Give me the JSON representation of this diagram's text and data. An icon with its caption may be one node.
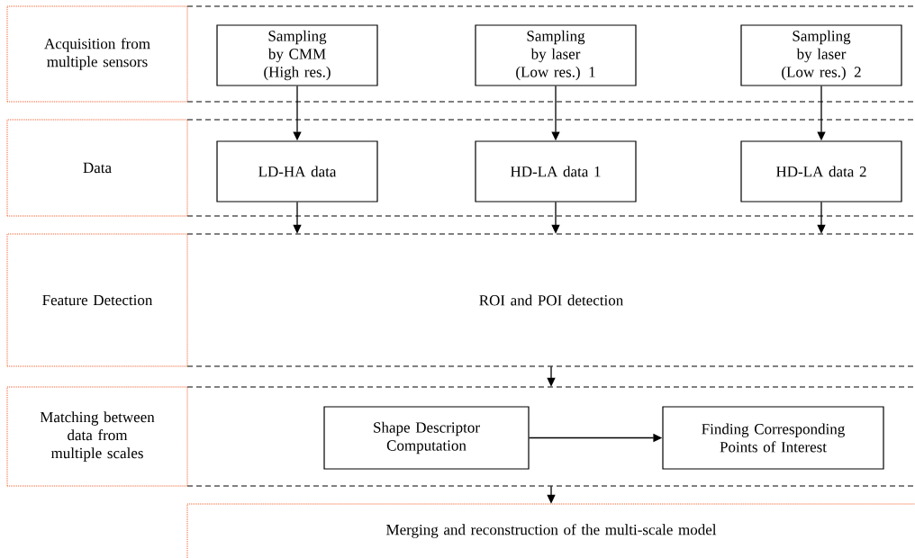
{
  "diagram": {
    "nodes": [
      {
        "text": [
          "Acquisition from multiple sensors"
        ]
      },
      {
        "text": [],
        "shape": "band"
      },
      {
        "text": [
          "Sampling by CMM (High res.)"
        ],
        "in": 1
      },
      {
        "text": [
          "Sampling by laser (Low res.) 1"
        ],
        "in": 1
      },
      {
        "text": [
          "Sampling by laser (Low res.) 2"
        ],
        "in": 1
      },
      {
        "text": [
          "Data"
        ]
      },
      {
        "text": [],
        "shape": "band"
      },
      {
        "text": [
          "LD-HA data"
        ],
        "in": 6
      },
      {
        "text": [
          "HD-LA data 1"
        ],
        "in": 6
      },
      {
        "text": [
          "HD-LA data 2"
        ],
        "in": 6
      },
      {
        "text": [
          "Feature Detection"
        ]
      },
      {
        "text": [
          "ROI and POI detection"
        ]
      },
      {
        "text": [
          "Matching between data from multiple scales"
        ]
      },
      {
        "text": [],
        "shape": "band"
      },
      {
        "text": [
          "Shape Descriptor Computation"
        ],
        "in": 13
      },
      {
        "text": [
          "Finding Corresponding Points of Interest"
        ],
        "in": 13
      },
      {
        "text": [
          "Merging and reconstruction of the multi-scale model"
        ]
      }
    ],
    "edges": [
      {
        "from": 2,
        "to": 7,
        "arrow": "to"
      },
      {
        "from": 3,
        "to": 8,
        "arrow": "to"
      },
      {
        "from": 4,
        "to": 9,
        "arrow": "to"
      },
      {
        "from": 7,
        "to": 11,
        "arrow": "to"
      },
      {
        "from": 8,
        "to": 11,
        "arrow": "to"
      },
      {
        "from": 9,
        "to": 11,
        "arrow": "to"
      },
      {
        "from": 11,
        "to": 13,
        "arrow": "to"
      },
      {
        "from": 14,
        "to": 15,
        "arrow": "to"
      },
      {
        "from": 13,
        "to": 16,
        "arrow": "to"
      }
    ]
  }
}
